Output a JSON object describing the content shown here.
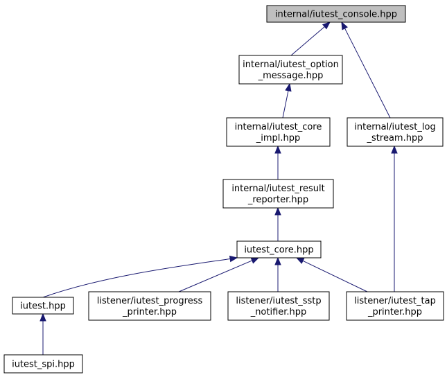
{
  "nodes": {
    "console": {
      "lines": [
        "internal/iutest_console.hpp"
      ],
      "current": true
    },
    "option_message": {
      "lines": [
        "internal/iutest_option",
        "_message.hpp"
      ]
    },
    "core_impl": {
      "lines": [
        "internal/iutest_core",
        "_impl.hpp"
      ]
    },
    "log_stream": {
      "lines": [
        "internal/iutest_log",
        "_stream.hpp"
      ]
    },
    "result_reporter": {
      "lines": [
        "internal/iutest_result",
        "_reporter.hpp"
      ]
    },
    "core": {
      "lines": [
        "iutest_core.hpp"
      ]
    },
    "iutest": {
      "lines": [
        "iutest.hpp"
      ]
    },
    "progress_printer": {
      "lines": [
        "listener/iutest_progress",
        "_printer.hpp"
      ]
    },
    "sstp_notifier": {
      "lines": [
        "listener/iutest_sstp",
        "_notifier.hpp"
      ]
    },
    "tap_printer": {
      "lines": [
        "listener/iutest_tap",
        "_printer.hpp"
      ]
    },
    "spi": {
      "lines": [
        "iutest_spi.hpp"
      ]
    }
  },
  "edges": [
    {
      "from": "option_message",
      "to": "console"
    },
    {
      "from": "log_stream",
      "to": "console"
    },
    {
      "from": "core_impl",
      "to": "option_message"
    },
    {
      "from": "result_reporter",
      "to": "core_impl"
    },
    {
      "from": "tap_printer",
      "to": "log_stream"
    },
    {
      "from": "core",
      "to": "result_reporter"
    },
    {
      "from": "iutest",
      "to": "core"
    },
    {
      "from": "progress_printer",
      "to": "core"
    },
    {
      "from": "sstp_notifier",
      "to": "core"
    },
    {
      "from": "tap_printer",
      "to": "core"
    },
    {
      "from": "spi",
      "to": "iutest"
    }
  ],
  "colors": {
    "edge": "#191970",
    "current_fill": "#bfbfbf",
    "node_fill": "#ffffff",
    "node_stroke": "#000000"
  }
}
